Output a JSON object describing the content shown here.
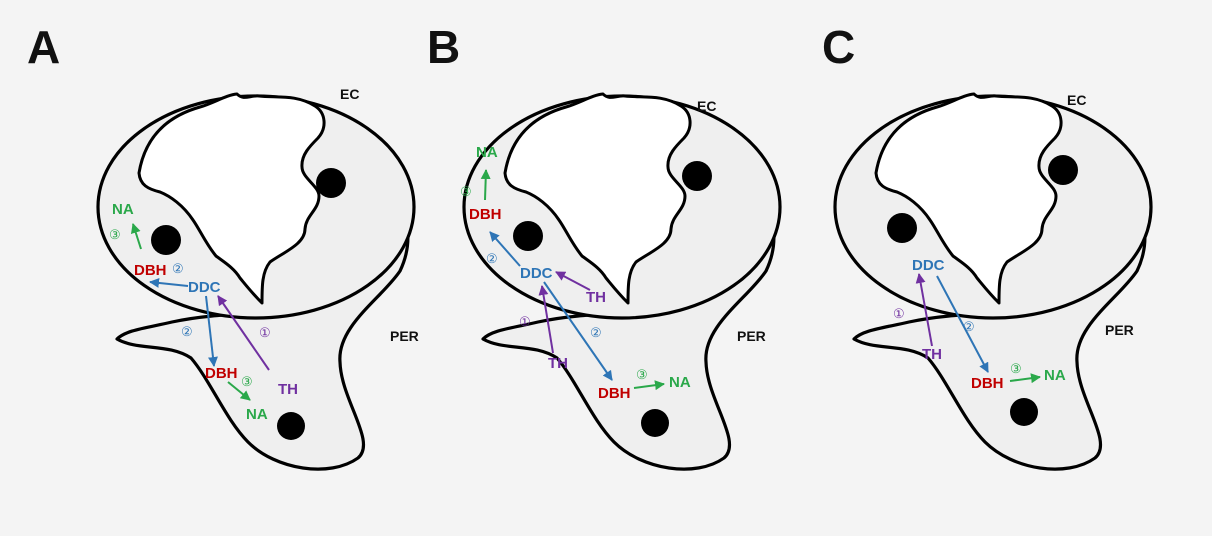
{
  "colors": {
    "TH": "#7030a0",
    "DDC": "#2e75b6",
    "DBH": "#c00000",
    "NA": "#2aa84a"
  },
  "panels": [
    {
      "label": "A",
      "cell_labels": {
        "ec": "EC",
        "per": "PER"
      },
      "molecules": {
        "th": "TH",
        "ddc": "DDC",
        "dbh_ec": "DBH",
        "na_ec": "NA",
        "dbh_per": "DBH",
        "na_per": "NA"
      },
      "steps": {
        "one": "①",
        "two_a": "②",
        "two_b": "②",
        "three_a": "③",
        "three_b": "③"
      }
    },
    {
      "label": "B",
      "cell_labels": {
        "ec": "EC",
        "per": "PER"
      },
      "molecules": {
        "th_ec": "TH",
        "ddc": "DDC",
        "dbh_ec": "DBH",
        "na_ec": "NA",
        "th_per": "TH",
        "dbh_per": "DBH",
        "na_per": "NA"
      },
      "steps": {
        "one": "①",
        "two_a": "②",
        "two_b": "②",
        "three_a": "③",
        "three_b": "③"
      }
    },
    {
      "label": "C",
      "cell_labels": {
        "ec": "EC",
        "per": "PER"
      },
      "molecules": {
        "th": "TH",
        "ddc": "DDC",
        "dbh": "DBH",
        "na": "NA"
      },
      "steps": {
        "one": "①",
        "two": "②",
        "three": "③"
      }
    }
  ]
}
